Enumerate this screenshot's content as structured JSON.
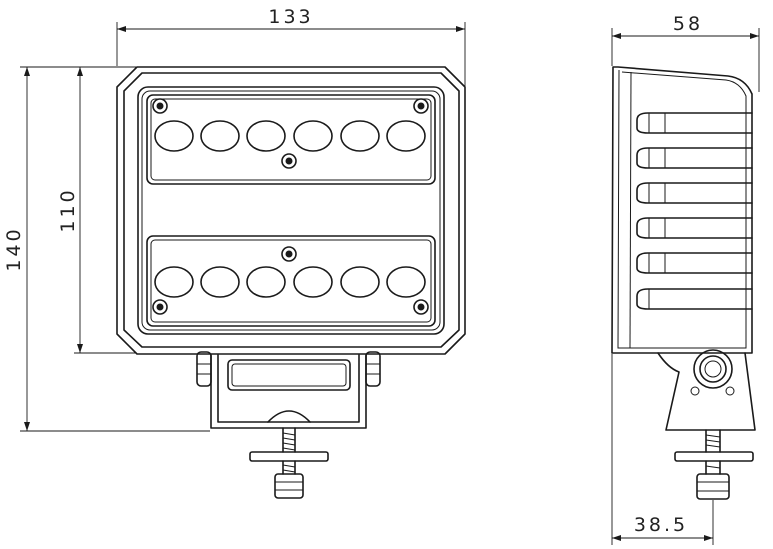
{
  "dimensions": {
    "front_width": "133",
    "front_height_outer": "140",
    "front_height_inner": "110",
    "side_depth": "58",
    "bracket_offset": "38.5"
  },
  "colors": {
    "line": "#1a1a1a",
    "background": "#ffffff"
  }
}
